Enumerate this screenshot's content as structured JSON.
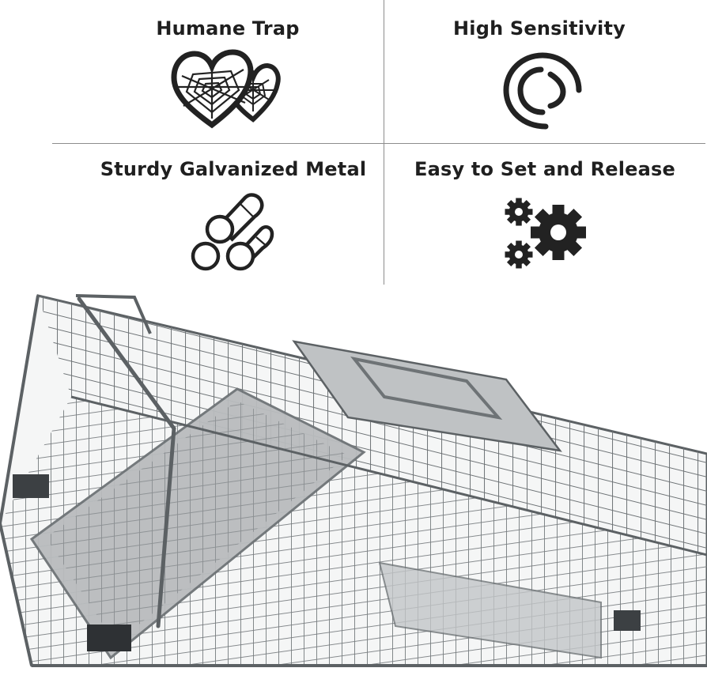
{
  "features": [
    {
      "label": "Humane Trap",
      "icon": "heart-web-icon"
    },
    {
      "label": "High Sensitivity",
      "icon": "spiral-icon"
    },
    {
      "label": "Sturdy Galvanized Metal",
      "icon": "metal-pipes-icon"
    },
    {
      "label": "Easy to Set and Release",
      "icon": "gears-icon"
    }
  ],
  "colors": {
    "text": "#1f1f1f",
    "icon": "#222222",
    "divider": "#8c8c8c",
    "metal": "#b9bcbe",
    "wire": "#6e7376"
  }
}
